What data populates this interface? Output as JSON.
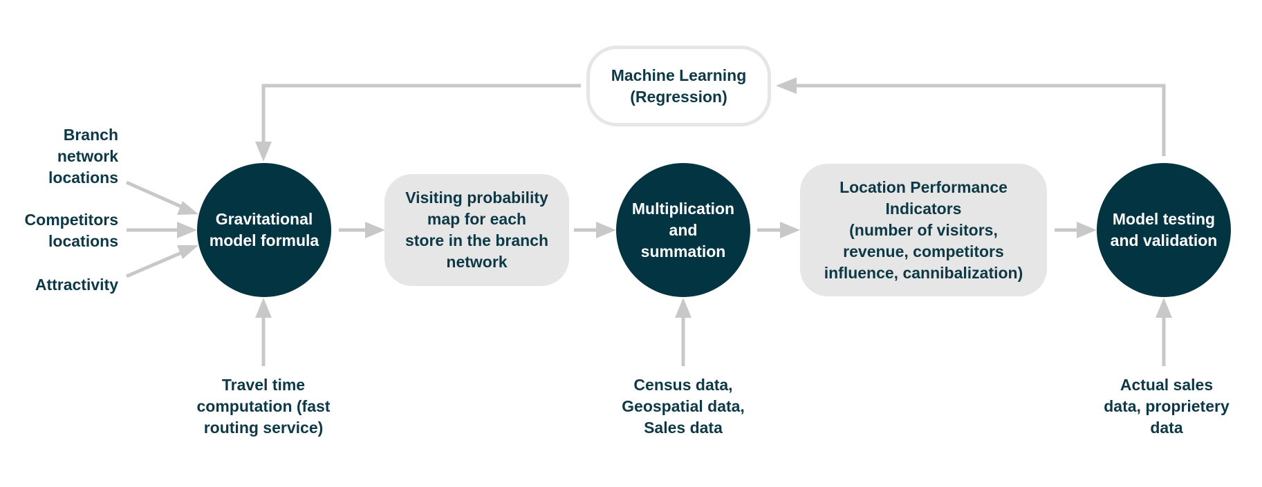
{
  "colors": {
    "circle_fill": "#033442",
    "box_fill": "#e6e6e6",
    "arrow": "#c8c8c8",
    "text_dark": "#0d3845",
    "text_light": "#ffffff"
  },
  "nodes": {
    "gravitational": "Gravitational\nmodel formula",
    "visiting_map": "Visiting probability\nmap for each\nstore in the branch\nnetwork",
    "multiplication": "Multiplication\nand\nsummation",
    "location_performance": "Location Performance\nIndicators\n(number of visitors,\nrevenue, competitors\ninfluence, cannibalization)",
    "model_testing": "Model testing\nand validation",
    "machine_learning": "Machine Learning\n(Regression)"
  },
  "inputs": {
    "branch_network": "Branch\nnetwork\nlocations",
    "competitors": "Competitors\nlocations",
    "attractivity": "Attractivity",
    "travel_time": "Travel time\ncomputation (fast\nrouting service)",
    "census": "Census data,\nGeospatial data,\nSales data",
    "actual_sales": "Actual sales\ndata, proprietery\ndata"
  }
}
